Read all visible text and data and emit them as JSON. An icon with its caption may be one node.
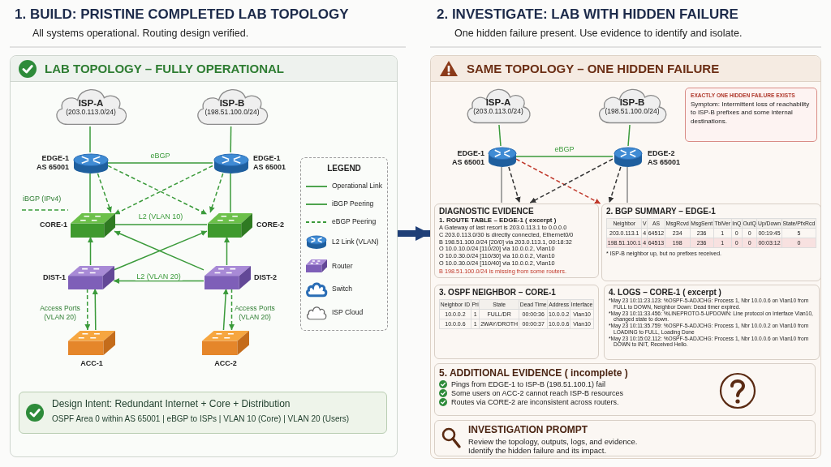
{
  "diagram": {
    "nodes": [
      {
        "text": [
          "LAB TOPOLOGY – FULLY OPERATIONAL"
        ]
      },
      {
        "text": [
          "ISP-A",
          "(203.0.113.0/24)"
        ],
        "in": 0
      },
      {
        "text": [
          "ISP-B",
          "(198.51.100.0/24)"
        ],
        "in": 0
      },
      {
        "text": [],
        "shape": "cylinder",
        "beside": [
          "EDGE-1 AS 65001"
        ],
        "in": 0
      },
      {
        "text": [],
        "shape": "cylinder",
        "beside": [
          "EDGE-1 AS 65001"
        ],
        "in": 0
      },
      {
        "text": [],
        "shape": "picture",
        "beside": [
          "CORE-1"
        ],
        "in": 0
      },
      {
        "text": [],
        "shape": "picture",
        "beside": [
          "CORE-2"
        ],
        "in": 0
      },
      {
        "text": [],
        "shape": "picture",
        "beside": [
          "DIST-1"
        ],
        "in": 0
      },
      {
        "text": [],
        "shape": "picture",
        "beside": [
          "DIST-2"
        ],
        "in": 0
      },
      {
        "text": [],
        "shape": "picture",
        "beside": [
          "ACC-1"
        ],
        "in": 0
      },
      {
        "text": [],
        "shape": "picture",
        "beside": [
          "ACC-2"
        ],
        "in": 0
      },
      {
        "text": [
          "Design Intent: Redundant Internet + Core + Distribution",
          "OSPF Area 0 within AS 65001 | eBGP to ISPs | VLAN 10 (Core) | VLAN 20 (Users)"
        ],
        "in": 0
      },
      {
        "text": [
          "SAME TOPOLOGY – ONE HIDDEN FAILURE"
        ]
      },
      {
        "text": [
          "ISP-A",
          "(203.0.113.0/24)"
        ],
        "in": 12
      },
      {
        "text": [
          "ISP-B",
          "(198.51.100.0/24)"
        ],
        "in": 12
      },
      {
        "text": [],
        "shape": "cylinder",
        "beside": [
          "EDGE-1 AS 65001"
        ],
        "in": 12
      },
      {
        "text": [],
        "shape": "cylinder",
        "beside": [
          "EDGE-2 AS 65001"
        ],
        "in": 12
      },
      {
        "text": [
          "EXACTLY ONE HIDDEN FAILURE EXISTS",
          "Symptom: Intermittent loss of reachability to ISP-B prefixes and some internal destinations."
        ],
        "in": 12
      },
      {
        "text": [
          "DIAGNOSTIC EVIDENCE",
          "1. ROUTE TABLE – EDGE-1 ( excerpt )",
          "A Gateway of last resort is 203.0.113.1 to 0.0.0.0",
          "C 203.0.113.0/30 is directly connected, Ethernet0/0",
          "B 198.51.100.0/24 [20/0] via 203.0.113.1, 00:18:32",
          "O 10.0.10.0/24 [110/20] via 10.0.0.2, Vlan10",
          "O 10.0.30.0/24 [110/30] via 10.0.0.2, Vlan10",
          "O 10.0.30.0/24 [110/40] via 10.0.0.2, Vlan10",
          "B 198.51.100.0/24 is missing from some routers."
        ],
        "in": 12
      },
      {
        "text": [
          "2. BGP SUMMARY – EDGE-1",
          "* ISP-B neighbor up, but no prefixes received."
        ],
        "in": 12
      },
      {
        "text": [
          "3. OSPF NEIGHBOR – CORE-1"
        ],
        "in": 12
      },
      {
        "text": [
          "4. LOGS – CORE-1 ( excerpt )",
          "*May 23 10:11:23.123: %OSPF-5-ADJCHG: Process 1, Nbr 10.0.0.6 on Vlan10 from FULL to DOWN, Neighbor Down: Dead timer expired.",
          "*May 23 10:11:33.456: %LINEPROTO-5-UPDOWN: Line protocol on Interface Vlan10, changed state to down.",
          "*May 23 10:11:35.759: %OSPF-5-ADJCHG: Process 1, Nbr 10.0.0.2 on Vlan10 from LOADING to FULL, Loading Done",
          "*May 23 10:15:02.112: %OSPF-5-ADJCHG: Process 1, Nbr 10.0.0.6 on Vlan10 from DOWN to INIT, Received Hello."
        ],
        "in": 12
      },
      {
        "text": [
          "5. ADDITIONAL EVIDENCE ( incomplete )",
          "Pings from EDGE-1 to ISP-B (198.51.100.1) fail",
          "Some users on ACC-2 cannot reach ISP-B resources",
          "Routes via CORE-2 are inconsistent across routers."
        ],
        "in": 12
      },
      {
        "text": [
          "INVESTIGATION PROMPT",
          "Review the topology, outputs, logs, and evidence.",
          "Identify the hidden failure and its impact."
        ],
        "in": 12
      }
    ],
    "edges": [
      {
        "from": 1,
        "to": 3,
        "arrow": "none"
      },
      {
        "from": 2,
        "to": 4,
        "arrow": "none"
      },
      {
        "from": 3,
        "to": 4,
        "arrow": "none",
        "label": "eBGP"
      },
      {
        "from": 3,
        "to": 5,
        "arrow": "none"
      },
      {
        "from": 4,
        "to": 6,
        "arrow": "none"
      },
      {
        "from": 3,
        "to": 5,
        "arrow": "to",
        "style": "dashed"
      },
      {
        "from": 3,
        "to": 6,
        "arrow": "to",
        "style": "dashed"
      },
      {
        "from": 4,
        "to": 5,
        "arrow": "to",
        "style": "dashed"
      },
      {
        "from": 4,
        "to": 6,
        "arrow": "to",
        "style": "dashed"
      },
      {
        "from": 5,
        "to": 6,
        "arrow": "none",
        "label": "L2 (VLAN 10)"
      },
      {
        "from": 7,
        "to": 5,
        "arrow": "to"
      },
      {
        "from": 8,
        "to": 6,
        "arrow": "to"
      },
      {
        "from": 7,
        "to": 6,
        "arrow": "to"
      },
      {
        "from": 8,
        "to": 5,
        "arrow": "to"
      },
      {
        "from": 8,
        "to": 7,
        "arrow": "to",
        "label": "L2 (VLAN 20)"
      },
      {
        "from": 9,
        "to": 7,
        "arrow": "to"
      },
      {
        "from": 7,
        "to": 9,
        "arrow": "to",
        "style": "dashed"
      },
      {
        "from": 10,
        "to": 8,
        "arrow": "to"
      },
      {
        "from": 8,
        "to": 10,
        "arrow": "to",
        "style": "dashed"
      },
      {
        "from": 0,
        "to": 12,
        "arrow": "to",
        "style": "thick",
        "color": "#1f3f77"
      },
      {
        "from": 13,
        "to": 15,
        "arrow": "none"
      },
      {
        "from": 14,
        "to": 16,
        "arrow": "none"
      },
      {
        "from": 15,
        "to": 16,
        "arrow": "none",
        "label": "eBGP"
      },
      {
        "from": 15,
        "to": 18,
        "arrow": "none",
        "color": "#8a8a8a"
      },
      {
        "from": 16,
        "to": 19,
        "arrow": "none",
        "color": "#8a8a8a"
      },
      {
        "from": 15,
        "to": 18,
        "arrow": "to",
        "style": "dashed",
        "color": "#333333"
      },
      {
        "from": 15,
        "to": 19,
        "arrow": "to",
        "style": "dashed",
        "color": "#c0392b"
      },
      {
        "from": 16,
        "to": 18,
        "arrow": "to",
        "style": "dashed",
        "color": "#333333"
      },
      {
        "from": 16,
        "to": 19,
        "arrow": "to",
        "style": "dashed",
        "color": "#333333"
      }
    ],
    "labels": [
      "1. BUILD: PRISTINE COMPLETED LAB TOPOLOGY",
      "All systems operational. Routing design verified.",
      "2. INVESTIGATE: LAB WITH HIDDEN FAILURE",
      "One hidden failure present. Use evidence to identify and isolate.",
      "iBGP (IPv4)",
      "Access Ports (VLAN 20)",
      "Access Ports (VLAN 20)",
      "LEGEND",
      "Neighbor",
      "V",
      "AS",
      "MsgRcvd",
      "MsgSent",
      "TblVer",
      "InQ",
      "OutQ",
      "Up/Down",
      "State/PfxRcd",
      "203.0.113.1",
      "4",
      "64512",
      "234",
      "236",
      "1",
      "0",
      "0",
      "00:19:45",
      "5",
      "198.51.100.1",
      "4",
      "64513",
      "198",
      "236",
      "1",
      "0",
      "0",
      "00:03:12",
      "0",
      "Neighbor ID",
      "Pri",
      "State",
      "Dead Time",
      "Address",
      "Interface",
      "10.0.0.2",
      "1",
      "FULL/DR",
      "00:00:36",
      "10.0.0.2",
      "Vlan10",
      "10.0.0.6",
      "1",
      "2WAY/DROTH",
      "00:00:37",
      "10.0.0.6",
      "Vlan10"
    ],
    "legend": [
      {
        "text": "Operational Link"
      },
      {
        "text": "iBGP Peering"
      },
      {
        "text": "eBGP Peering"
      },
      {
        "text": "L2 Link (VLAN)"
      },
      {
        "text": "Router"
      },
      {
        "text": "Switch"
      },
      {
        "text": "ISP Cloud"
      }
    ]
  }
}
